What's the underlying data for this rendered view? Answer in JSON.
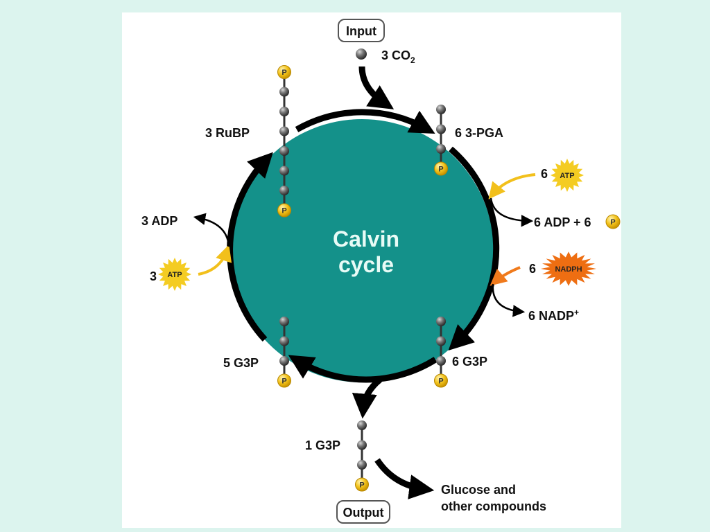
{
  "boxes": {
    "input": "Input",
    "output": "Output"
  },
  "center": {
    "line1": "Calvin",
    "line2": "cycle"
  },
  "labels": {
    "co2": "3 CO",
    "co2_sub": "2",
    "rubp": "3 RuBP",
    "pga": "6 3-PGA",
    "atp6_coef": "6",
    "adp6": "6 ADP + 6",
    "nadph_coef": "6",
    "nadp": "6 NADP",
    "nadp_sup": "+",
    "g3p6": "6 G3P",
    "g3p5": "5 G3P",
    "g3p1": "1 G3P",
    "adp3": "3 ADP",
    "atp3_coef": "3",
    "glucose_line1": "Glucose and",
    "glucose_line2": "other compounds"
  },
  "chips": {
    "atp": "ATP",
    "nadph": "NADPH",
    "phosphate": "P"
  },
  "colors": {
    "background": "#dcf4ee",
    "panel": "#ffffff",
    "cycle": "#14918a",
    "arrow": "#000000",
    "atp_in": "#f2c01c",
    "nadph_in": "#f07a1c",
    "atp_star": "#f4cc22",
    "nadph_star": "#ee6e12",
    "phosphate": "#f3c31c",
    "carbon": "#555555"
  }
}
